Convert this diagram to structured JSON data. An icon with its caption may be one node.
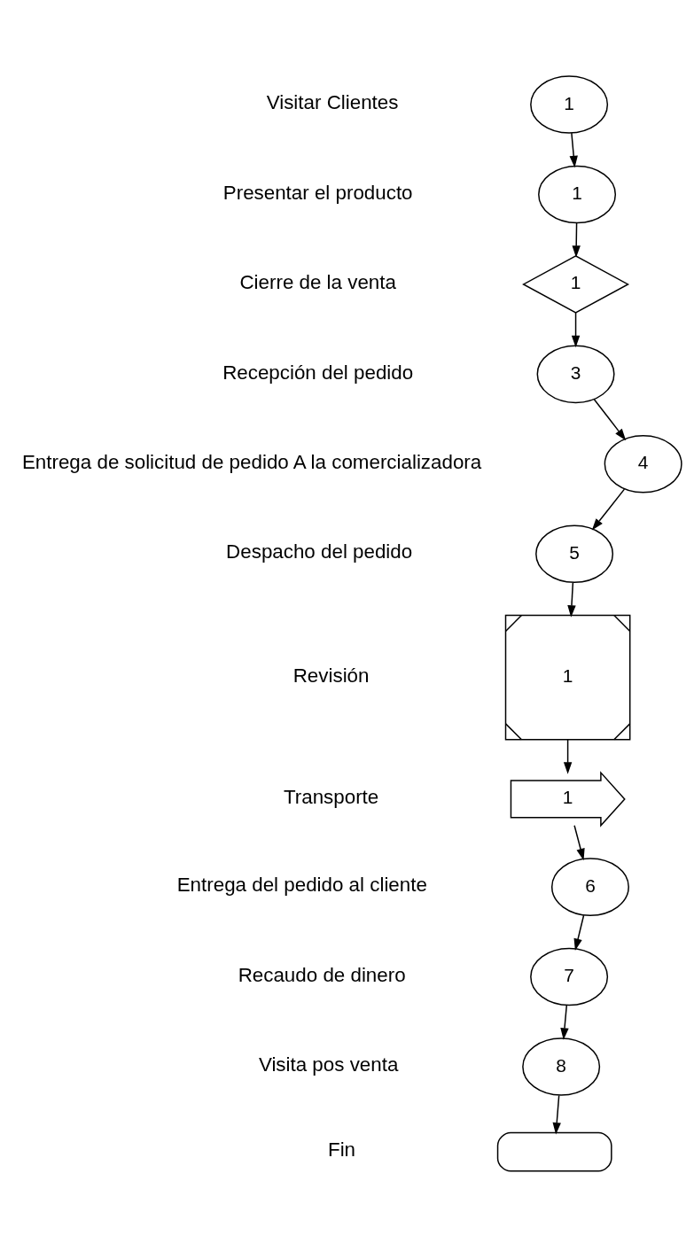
{
  "diagram": {
    "nodes": [
      {
        "text": [
          "1"
        ]
      },
      {
        "text": [
          "1"
        ]
      },
      {
        "text": [
          "1"
        ]
      },
      {
        "text": [
          "3"
        ]
      },
      {
        "text": [
          "4"
        ]
      },
      {
        "text": [
          "5"
        ]
      },
      {
        "text": [
          "1"
        ]
      },
      {
        "text": [
          "1"
        ]
      },
      {
        "text": [
          "6"
        ]
      },
      {
        "text": [
          "7"
        ]
      },
      {
        "text": [
          "8"
        ]
      },
      {
        "text": [],
        "shape": "box"
      }
    ],
    "edges": [
      {
        "from": 0,
        "to": 1,
        "arrow": "to"
      },
      {
        "from": 1,
        "to": 2,
        "arrow": "to"
      },
      {
        "from": 2,
        "to": 3,
        "arrow": "to"
      },
      {
        "from": 3,
        "to": 4,
        "arrow": "to"
      },
      {
        "from": 4,
        "to": 5,
        "arrow": "to"
      },
      {
        "from": 5,
        "to": 6,
        "arrow": "to"
      },
      {
        "from": 6,
        "to": 7,
        "arrow": "to"
      },
      {
        "from": 7,
        "to": 8,
        "arrow": "to"
      },
      {
        "from": 8,
        "to": 9,
        "arrow": "to"
      },
      {
        "from": 9,
        "to": 10,
        "arrow": "to"
      },
      {
        "from": 10,
        "to": 11,
        "arrow": "to"
      }
    ],
    "labels": [
      "Visitar Clientes",
      "Presentar el producto",
      "Cierre de la venta",
      "Recepción del pedido",
      "Entrega de solicitud de pedido A la comercializadora",
      "Despacho del pedido",
      "Revisión",
      "Transporte",
      "Entrega del pedido al cliente",
      "Recaudo de dinero",
      "Visita pos venta",
      "Fin"
    ]
  }
}
